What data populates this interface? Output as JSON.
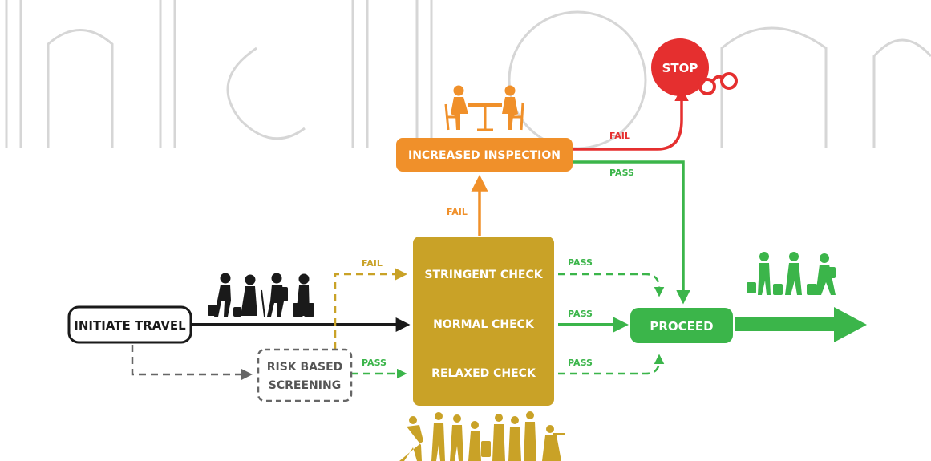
{
  "nodes": {
    "initiate_travel": "INITIATE TRAVEL",
    "risk_screening_line1": "RISK BASED",
    "risk_screening_line2": "SCREENING",
    "stringent_check": "STRINGENT CHECK",
    "normal_check": "NORMAL CHECK",
    "relaxed_check": "RELAXED CHECK",
    "increased_inspection": "INCREASED INSPECTION",
    "proceed": "PROCEED",
    "stop": "STOP"
  },
  "edge_labels": {
    "screening_to_stringent": "FAIL",
    "screening_to_relaxed": "PASS",
    "check_to_inspection": "FAIL",
    "inspection_to_stop": "FAIL",
    "inspection_to_proceed": "PASS",
    "stringent_to_proceed": "PASS",
    "normal_to_proceed": "PASS",
    "relaxed_to_proceed": "PASS"
  },
  "colors": {
    "dark": "#1a1a1a",
    "gold": "#c9a227",
    "orange": "#f0902a",
    "green": "#3bb54a",
    "red": "#e52f2f",
    "grey": "#666666",
    "watermark": "#d6d6d6"
  },
  "icons": {
    "watermark": "intechopen-logo-watermark",
    "travelers": "travelers-silhouette-icon",
    "inspection": "interview-table-icon",
    "crowd": "crowd-silhouette-icon",
    "proceed_travelers": "proceeding-travelers-icon",
    "handcuffs": "handcuffs-icon"
  }
}
